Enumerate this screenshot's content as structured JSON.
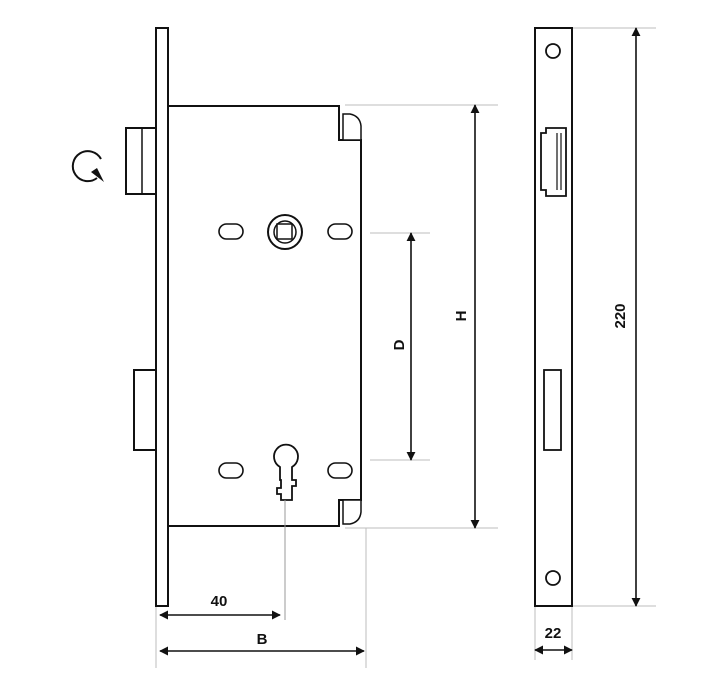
{
  "colors": {
    "outline": "#111111",
    "dimension": "#222222",
    "guide": "#aaaaaa",
    "background": "#ffffff"
  },
  "icons": {
    "rotation": "rotation-arrow-icon"
  },
  "dimensions": {
    "backset": "40",
    "case_width": "B",
    "center_distance": "D",
    "case_height": "H",
    "faceplate_length": "220",
    "faceplate_width": "22"
  }
}
